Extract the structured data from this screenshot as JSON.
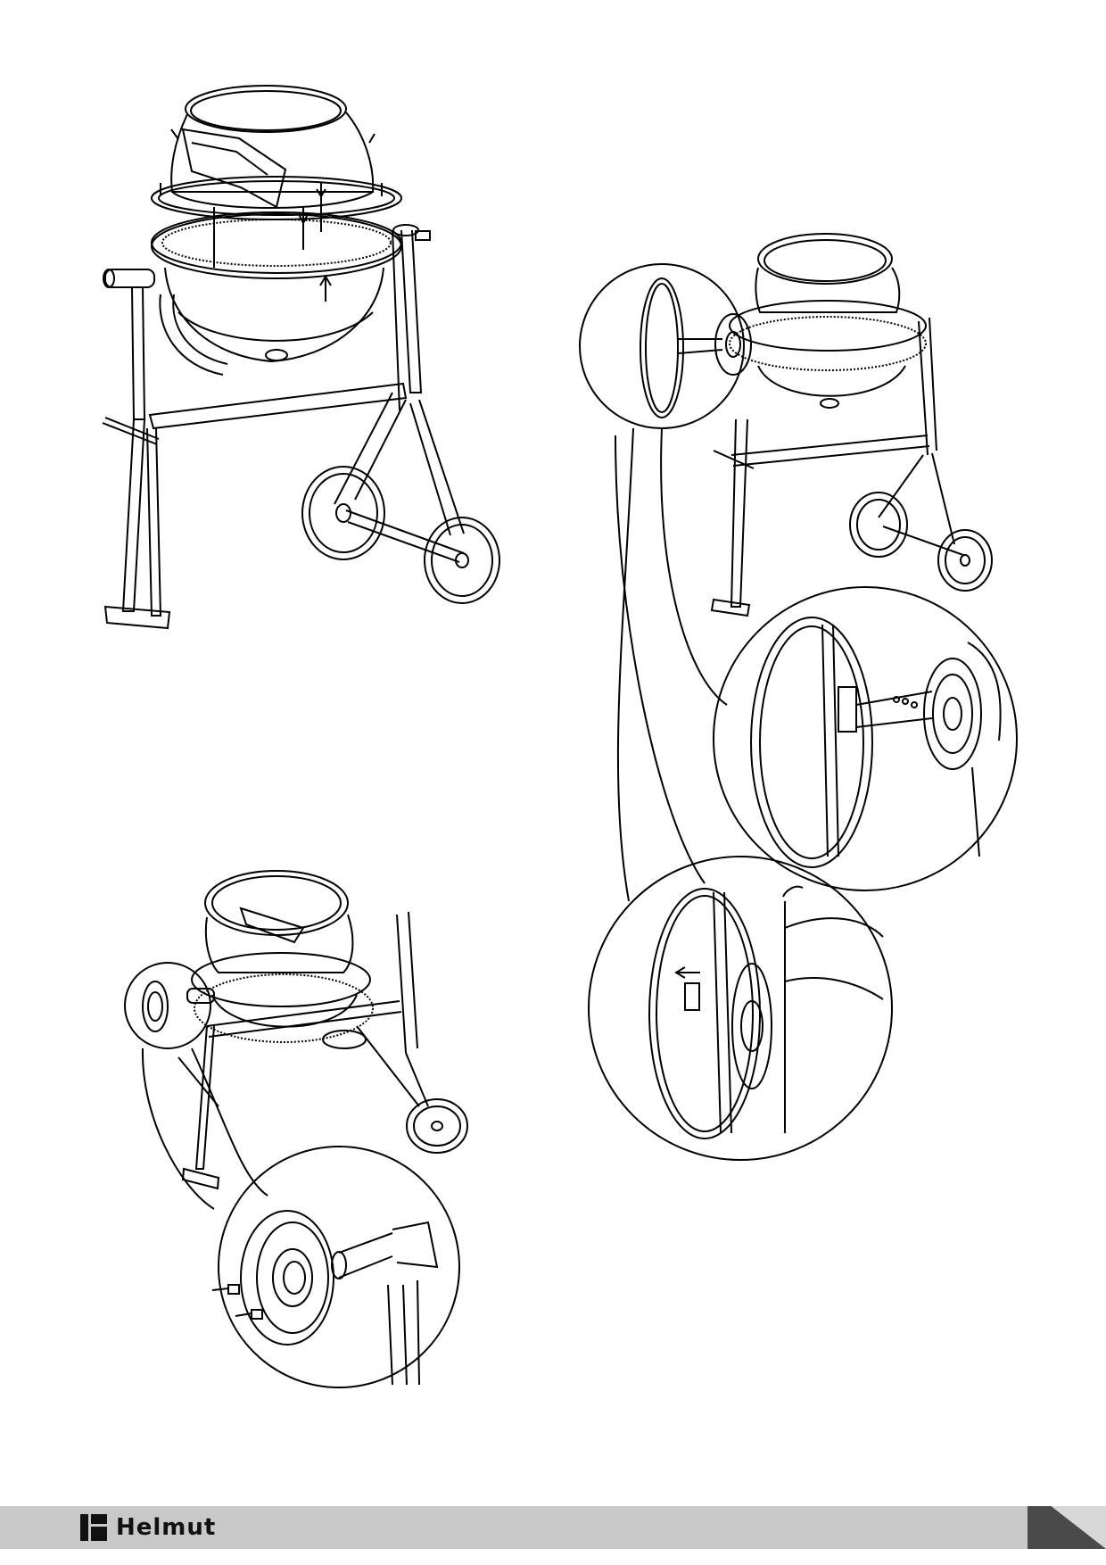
{
  "brand": {
    "name": "Helmut",
    "logo_icon": "helmut-logo-icon"
  },
  "figures": [
    {
      "name": "drum-ring-gear-assembly-figure"
    },
    {
      "name": "side-disc-handle-assembly-figure"
    },
    {
      "name": "handwheel-mounting-figure"
    }
  ],
  "colors": {
    "line": "#000000",
    "footer_bar": "#c8c8c8",
    "footer_corner": "#4a4a4a"
  }
}
